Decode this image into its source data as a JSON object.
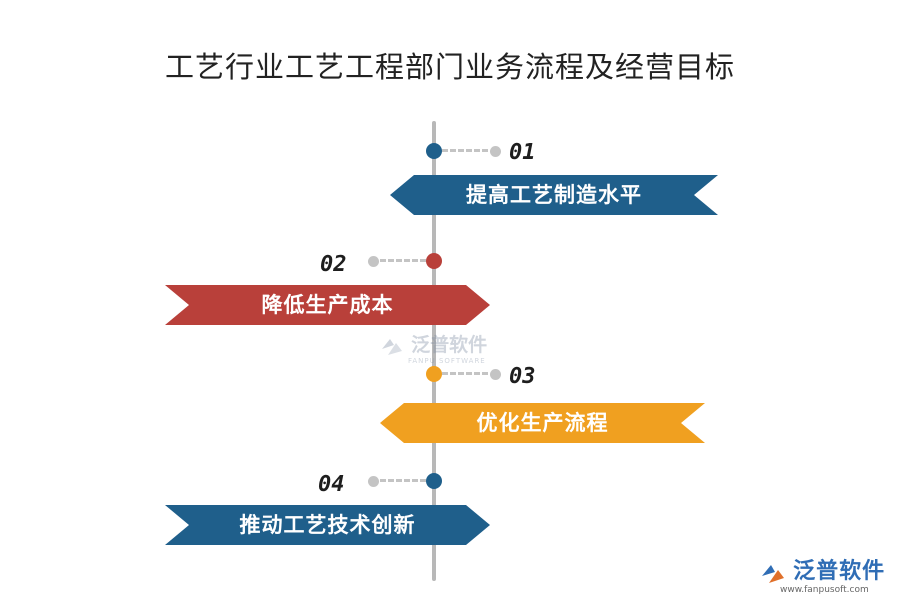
{
  "title": "工艺行业工艺工程部门业务流程及经营目标",
  "steps": [
    {
      "num": "01",
      "label": "提高工艺制造水平",
      "color": "#1f5f8b",
      "side": "right"
    },
    {
      "num": "02",
      "label": "降低生产成本",
      "color": "#b9403a",
      "side": "left"
    },
    {
      "num": "03",
      "label": "优化生产流程",
      "color": "#f0a020",
      "side": "right"
    },
    {
      "num": "04",
      "label": "推动工艺技术创新",
      "color": "#1f5f8b",
      "side": "left"
    }
  ],
  "watermark": {
    "center_cn": "泛普软件",
    "center_en": "FANPU SOFTWARE",
    "logo_cn": "泛普软件",
    "logo_url": "www.fanpusoft.com"
  },
  "icons": {
    "logo": "fanpu-logo-icon"
  }
}
